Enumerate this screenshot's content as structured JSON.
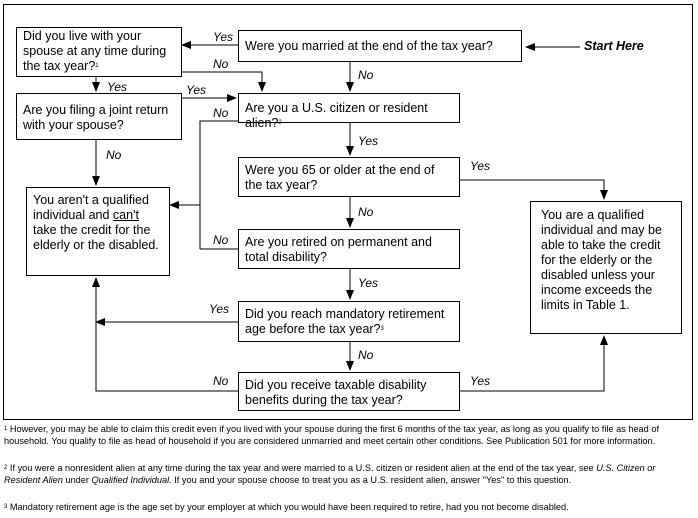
{
  "start_label": "Start Here",
  "nodes": {
    "married": "Were you married at the end of the tax year?",
    "lived": "Did you live with your spouse at any time during the tax year?",
    "lived_sup": "1",
    "joint": "Are you filing a joint return with your spouse?",
    "citizen": "Are you a U.S. citizen or resident alien?",
    "citizen_sup": "2",
    "age65": "Were you 65 or older at the end of the tax year?",
    "not_qualified_pre": "You aren't a qualified individual and ",
    "not_qualified_cant": "can't",
    "not_qualified_post": " take the credit for the elderly or the disabled.",
    "qualified": "You are a qualified individual and may be able to take the credit for the elderly or the disabled unless your income exceeds the limits in Table 1.",
    "retired": "Are you retired on permanent and total disability?",
    "mandatory": "Did you reach mandatory retirement age before the tax year?",
    "mandatory_sup": "3",
    "taxable": "Did you receive taxable disability benefits during the tax year?"
  },
  "edge_labels": {
    "yes": "Yes",
    "no": "No"
  },
  "footnotes": {
    "f1_num": "1",
    "f1": "However, you may be able to claim this credit even if you lived with your spouse during the first 6 months of the tax year, as long as you qualify to file as head of household. You qualify to file as head of household if you are considered unmarried and meet certain other conditions. See Publication 501 for more information.",
    "f2_num": "2",
    "f2_a": "If you were a nonresident alien at any time during the tax year and were married to a U.S. citizen or resident alien at the end of the tax year, see ",
    "f2_i1": "U.S. Citizen or Resident Alien",
    "f2_b": " under ",
    "f2_i2": "Qualified Individual.",
    "f2_c": " If you and your spouse choose to treat you as a U.S. resident alien, answer \"Yes\" to this question.",
    "f3_num": "3",
    "f3": "Mandatory retirement age is the age set by your employer at which you would have been required to retire, had you not become disabled."
  }
}
